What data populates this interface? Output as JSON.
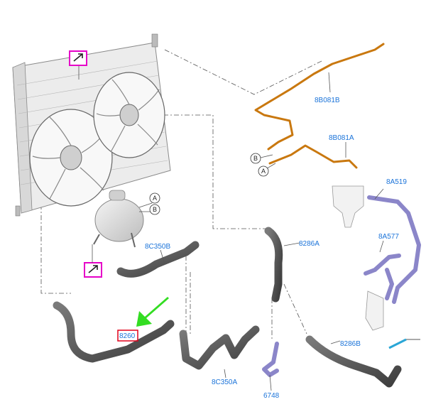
{
  "colors": {
    "label": "#1a73d9",
    "orange_line": "#c9780f",
    "purple_part": "#8b86c9",
    "pink_callout": "#e600c8",
    "green_arrow": "#33dd22",
    "highlight_box": "#e0001a",
    "hose_gray": "#5a5a5a"
  },
  "callout_icons": [
    {
      "name": "callout-arrow-icon-top"
    },
    {
      "name": "callout-arrow-icon-reservoir"
    }
  ],
  "labels": {
    "l8B081B": "8B081B",
    "l8B081A": "8B081A",
    "l8A519": "8A519",
    "l8A577": "8A577",
    "l8C350B": "8C350B",
    "l8286A": "8286A",
    "l8286B": "8286B",
    "l8260": "8260",
    "l8C350A": "8C350A",
    "l6748": "6748"
  },
  "connectors": {
    "a1": "A",
    "b1": "B",
    "a2": "A",
    "b2": "B"
  },
  "highlighted_part": "8260"
}
